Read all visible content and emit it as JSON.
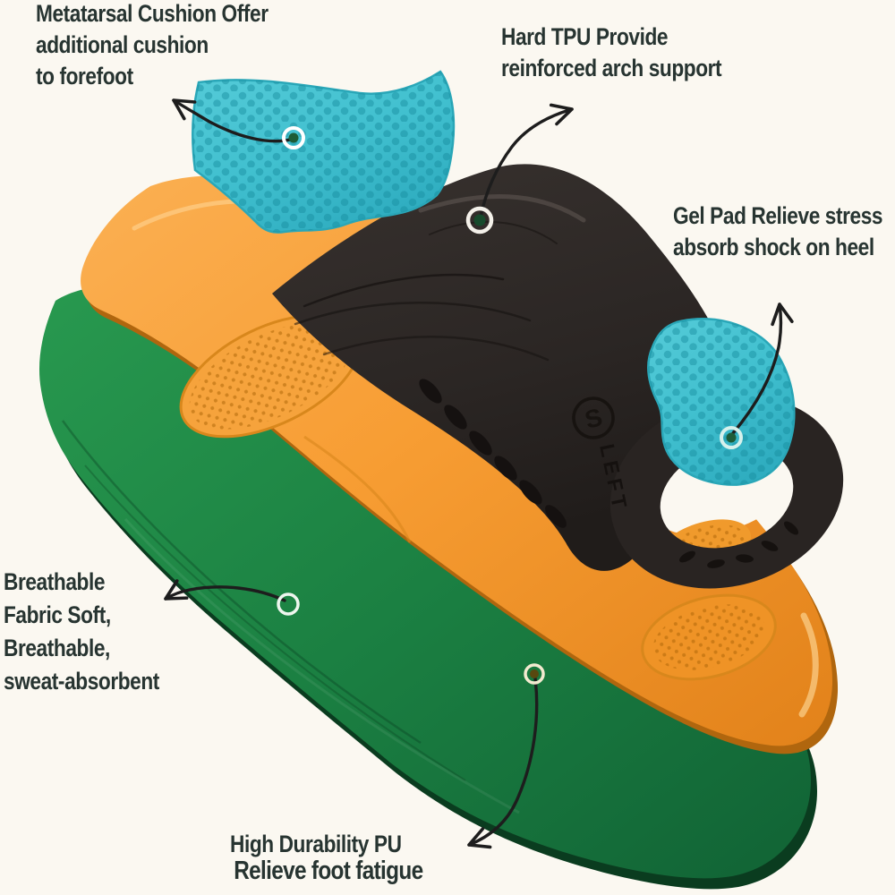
{
  "annotations": {
    "metatarsal": {
      "lines": [
        "Metatarsal Cushion Offer",
        "additional cushion",
        "to forefoot"
      ]
    },
    "arch_support": {
      "lines": [
        "Hard TPU Provide",
        "reinforced arch support"
      ]
    },
    "gel_pad": {
      "lines": [
        "Gel Pad Relieve stress",
        "absorb shock on heel"
      ]
    },
    "fabric": {
      "lines": [
        "Breathable",
        "Fabric Soft,",
        "Breathable,",
        "sweat-absorbent"
      ]
    },
    "pu_base": {
      "line1": "High Durability PU",
      "line2": "Relieve foot fatigue"
    }
  },
  "product": {
    "size_marking": "S",
    "side_marking": "LEFT"
  },
  "palette": {
    "background": "#fbf8f1",
    "text": "#273431",
    "teal_cushion": "#41c0cf",
    "orange_pu": "#f79d33",
    "green_fabric": "#1d7f41",
    "black_tpu": "#2b2624",
    "arrow": "#1d1d1d"
  }
}
